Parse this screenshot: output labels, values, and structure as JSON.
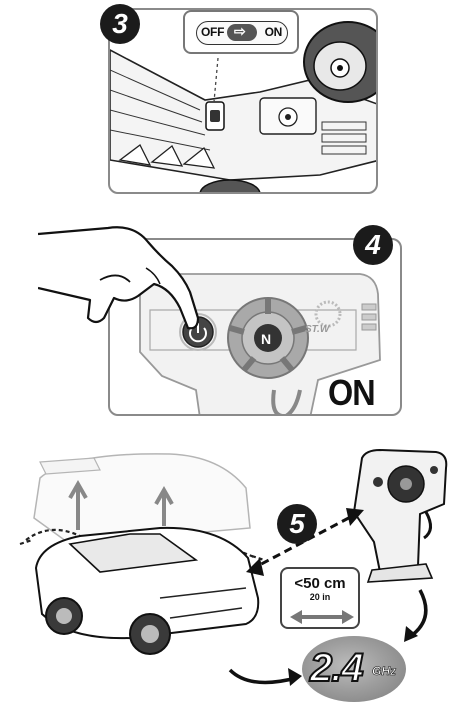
{
  "steps": {
    "step3": {
      "number": "3"
    },
    "step4": {
      "number": "4"
    },
    "step5": {
      "number": "5"
    }
  },
  "power_switch": {
    "off_label": "OFF",
    "arrow_symbol": "⇨",
    "on_label": "ON"
  },
  "remote": {
    "brand_mark": "ST.W",
    "status_label": "ON",
    "power_icon": "power-icon"
  },
  "pairing": {
    "distance_metric": "<50 cm",
    "distance_imperial": "20 in",
    "frequency_value": "2.4",
    "frequency_unit": "GHz"
  }
}
